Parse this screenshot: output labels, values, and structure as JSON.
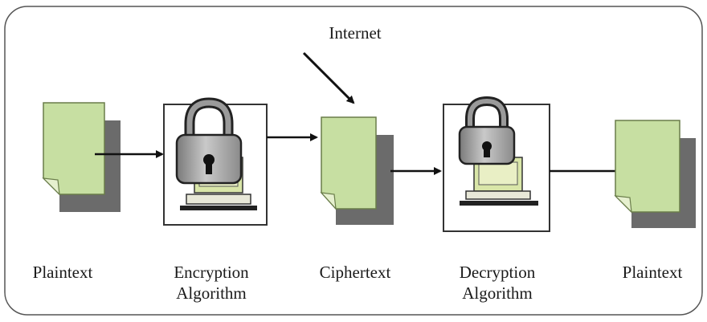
{
  "diagram": {
    "internet_label": "Internet",
    "stages": [
      {
        "id": "plaintext-in",
        "lines": [
          "Plaintext"
        ]
      },
      {
        "id": "encryption",
        "lines": [
          "Encryption",
          "Algorithm"
        ]
      },
      {
        "id": "ciphertext",
        "lines": [
          "Ciphertext"
        ]
      },
      {
        "id": "decryption",
        "lines": [
          "Decryption",
          "Algorithm"
        ]
      },
      {
        "id": "plaintext-out",
        "lines": [
          "Plaintext"
        ]
      }
    ]
  },
  "colors": {
    "document_fill": "#c7dfa2",
    "document_stroke": "#6a7d4a",
    "document_shadow": "#6b6b6b",
    "lock_body": "#a8a8a8",
    "computer_body": "#d9e6a8",
    "frame": "#444444"
  }
}
